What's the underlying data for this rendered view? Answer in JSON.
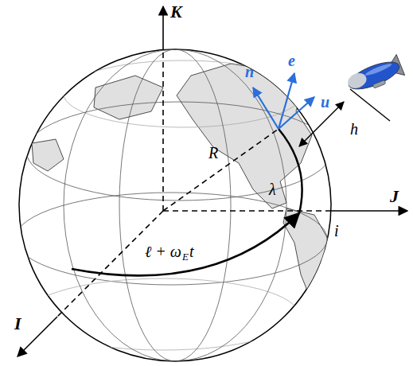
{
  "diagram": {
    "labels": [
      "K",
      "J",
      "I",
      "n",
      "e",
      "u",
      "R",
      "h",
      "λ",
      "i",
      "ℓ + ω",
      "E",
      "t"
    ]
  }
}
